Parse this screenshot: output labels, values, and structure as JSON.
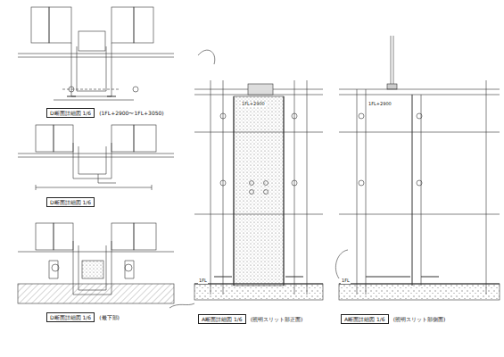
{
  "diagram": {
    "nodes": [
      {
        "text": [
          "D断面詳細図 1/6",
          "(1FL+2900〜1FL+3050)"
        ]
      },
      {
        "text": [
          "D断面詳細図 1/6"
        ]
      },
      {
        "text": [
          "D断面詳細図 1/6",
          "(最下部)"
        ]
      },
      {
        "text": [
          "A断面詳細図 1/6",
          "(照明スリット部正面)"
        ]
      },
      {
        "text": [
          "A断面詳細図 1/6",
          "(照明スリット部側面)"
        ]
      }
    ],
    "labels": [
      "1FL+2900",
      "1FL+2900",
      "1FL",
      "1FL"
    ]
  }
}
